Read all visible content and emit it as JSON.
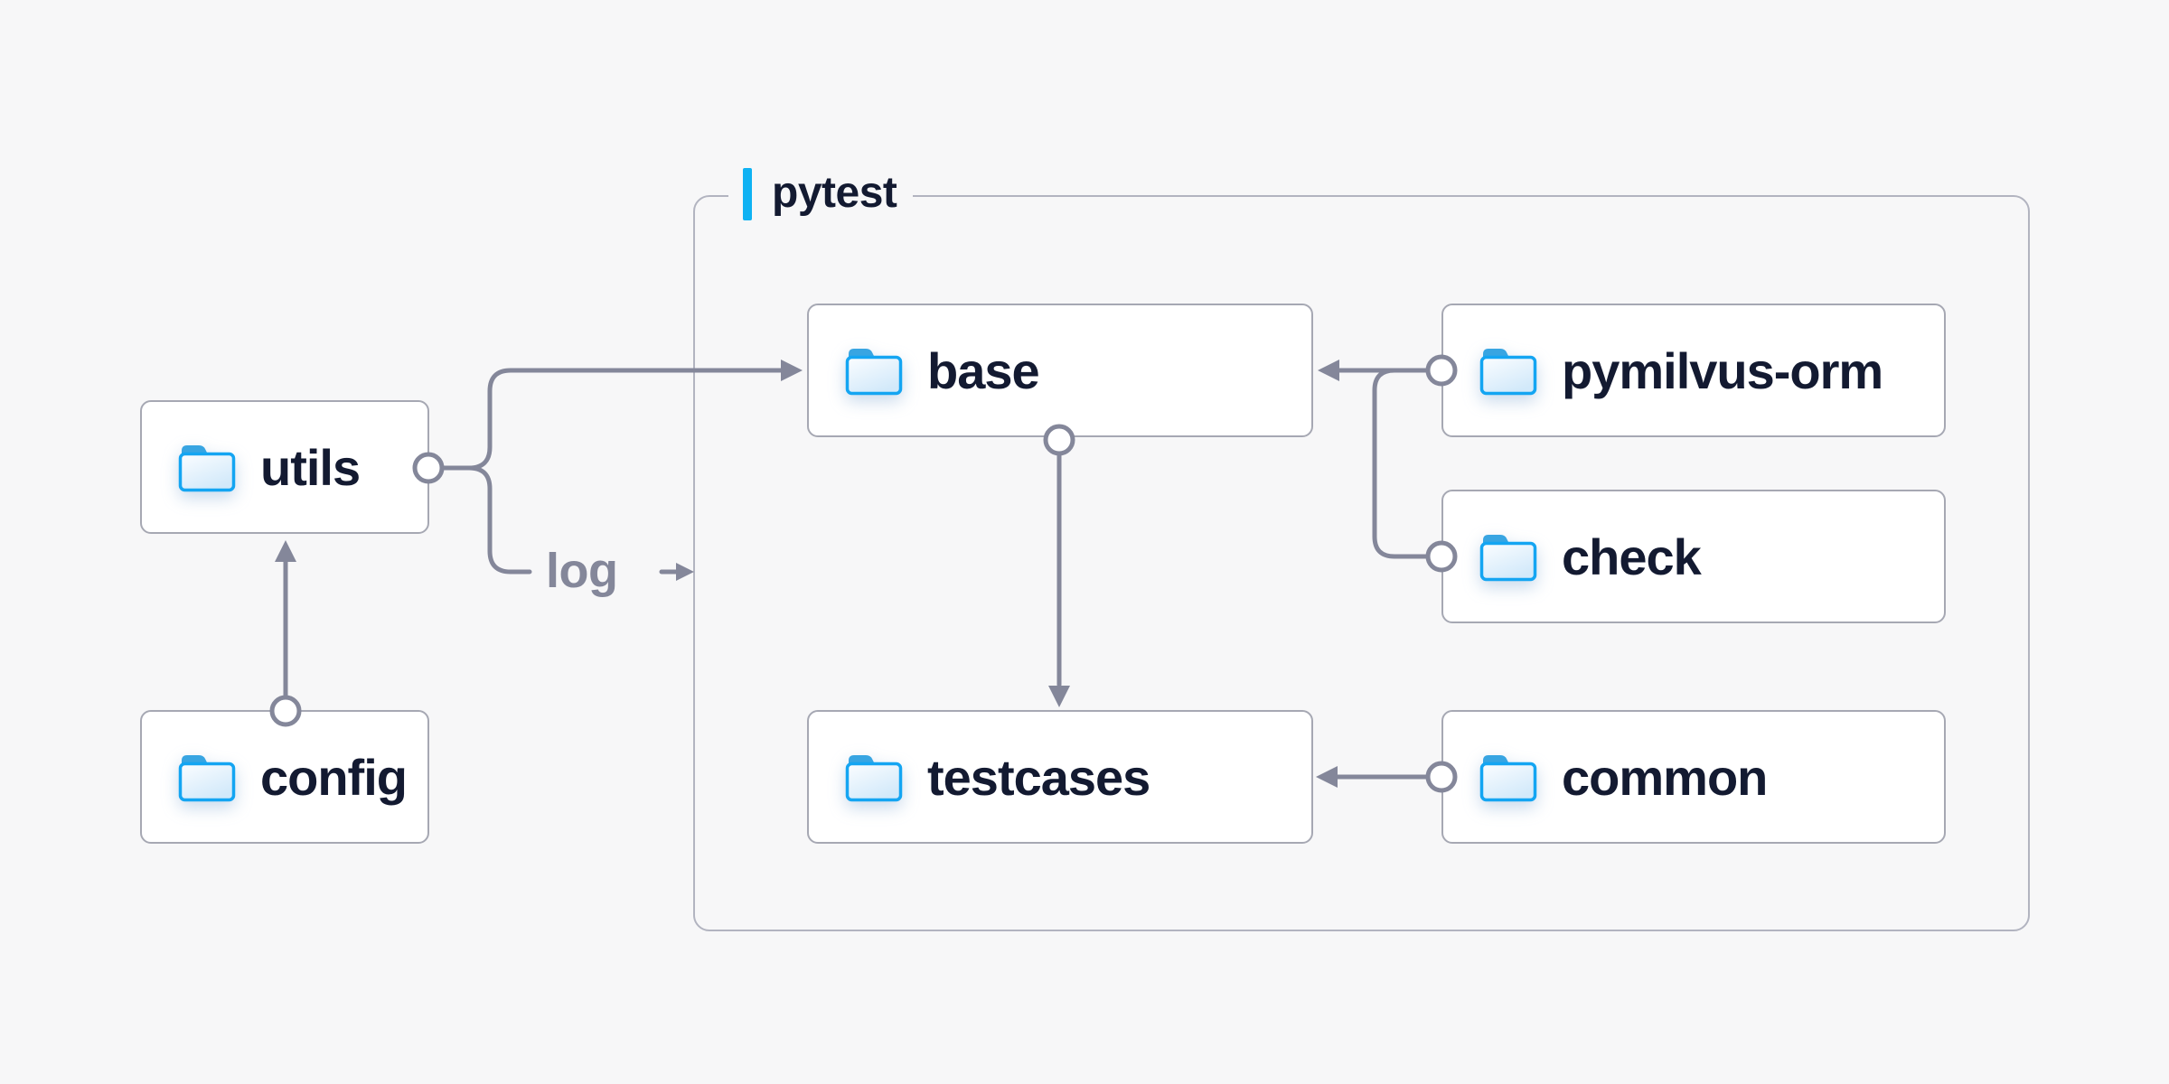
{
  "diagram": {
    "background": "#f7f7f8",
    "container": {
      "label": "pytest",
      "accent_color": "#0fb2f3",
      "border_color": "#b2b4c0"
    },
    "nodes": [
      {
        "id": "utils",
        "label": "utils",
        "icon": "folder-icon"
      },
      {
        "id": "config",
        "label": "config",
        "icon": "folder-icon"
      },
      {
        "id": "base",
        "label": "base",
        "icon": "folder-icon"
      },
      {
        "id": "pymilvus-orm",
        "label": "pymilvus-orm",
        "icon": "folder-icon"
      },
      {
        "id": "check",
        "label": "check",
        "icon": "folder-icon"
      },
      {
        "id": "testcases",
        "label": "testcases",
        "icon": "folder-icon"
      },
      {
        "id": "common",
        "label": "common",
        "icon": "folder-icon"
      }
    ],
    "edges": [
      {
        "from": "utils",
        "to": "base"
      },
      {
        "from": "utils",
        "to": "pytest-container",
        "label": "log"
      },
      {
        "from": "config",
        "to": "utils"
      },
      {
        "from": "pymilvus-orm",
        "to": "base"
      },
      {
        "from": "check",
        "to": "base"
      },
      {
        "from": "base",
        "to": "testcases"
      },
      {
        "from": "common",
        "to": "testcases"
      }
    ],
    "colors": {
      "connector": "#84879a",
      "node_border": "#a6a8b3",
      "node_fill": "#ffffff",
      "label_text": "#131a31",
      "folder_stroke": "#14a5f2",
      "folder_tab": "#38a5e2"
    }
  }
}
